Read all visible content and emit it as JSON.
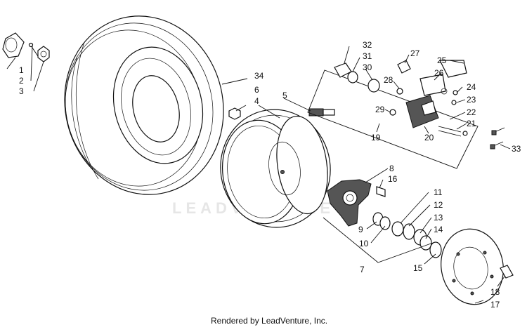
{
  "diagram": {
    "watermark": "LEADVENTURE",
    "footer": "Rendered by LeadVenture, Inc.",
    "callouts": {
      "c1": "1",
      "c2": "2",
      "c3": "3",
      "c4": "4",
      "c5": "5",
      "c6": "6",
      "c7": "7",
      "c8": "8",
      "c9": "9",
      "c10": "10",
      "c11": "11",
      "c12": "12",
      "c13": "13",
      "c14": "14",
      "c15": "15",
      "c16": "16",
      "c17": "17",
      "c18": "18",
      "c19": "19",
      "c20": "20",
      "c21": "21",
      "c22": "22",
      "c23": "23",
      "c24": "24",
      "c25": "25",
      "c26": "26",
      "c27": "27",
      "c28": "28",
      "c29": "29",
      "c30": "30",
      "c31": "31",
      "c32": "32",
      "c33": "33",
      "c34": "34"
    }
  }
}
